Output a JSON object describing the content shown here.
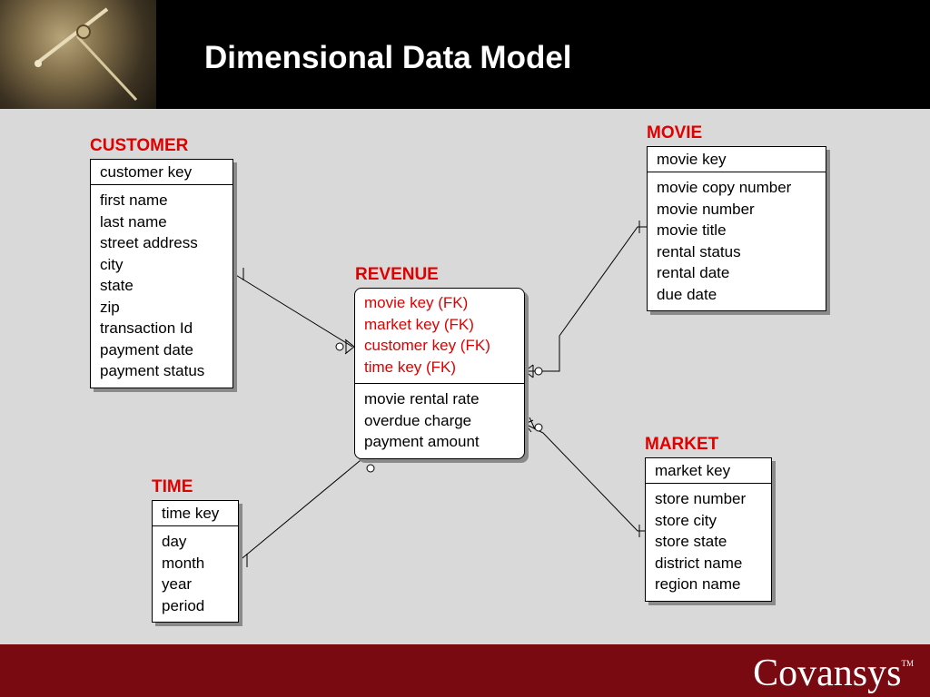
{
  "header": {
    "title": "Dimensional Data Model"
  },
  "footer": {
    "logo_text": "Covansys",
    "logo_mark": "TM"
  },
  "entities": {
    "customer": {
      "label": "CUSTOMER",
      "key": "customer key",
      "attrs": [
        "first name",
        "last name",
        "street address",
        "city",
        "state",
        "zip",
        "transaction Id",
        "payment date",
        "payment status"
      ]
    },
    "revenue": {
      "label": "REVENUE",
      "keys": [
        "movie key (FK)",
        "market  key (FK)",
        "customer key (FK)",
        "time key (FK)"
      ],
      "attrs": [
        "movie rental rate",
        "overdue charge",
        "payment amount"
      ]
    },
    "movie": {
      "label": "MOVIE",
      "key": "movie key",
      "attrs": [
        "movie copy number",
        "movie number",
        "movie title",
        "rental status",
        "rental date",
        "due date"
      ]
    },
    "market": {
      "label": "MARKET",
      "key": "market  key",
      "attrs": [
        "store number",
        "store city",
        "store state",
        "district name",
        "region name"
      ]
    },
    "time": {
      "label": "TIME",
      "key": "time key",
      "attrs": [
        "day",
        "month",
        "year",
        "period"
      ]
    }
  },
  "colors": {
    "label": "#e00000",
    "header_bg": "#000000",
    "footer_bg": "#7a0a12",
    "content_bg": "#d9d9d9"
  }
}
